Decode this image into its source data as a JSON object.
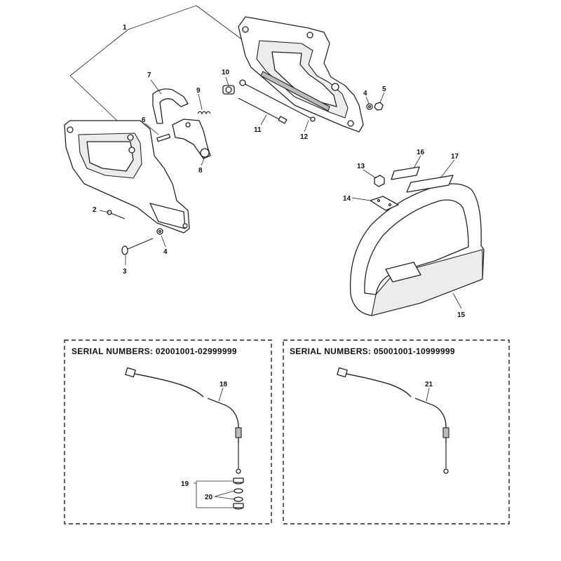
{
  "callouts": {
    "c1": "1",
    "c2": "2",
    "c3": "3",
    "c4a": "4",
    "c4b": "4",
    "c5": "5",
    "c6": "6",
    "c7": "7",
    "c8": "8",
    "c9": "9",
    "c10": "10",
    "c11": "11",
    "c12": "12",
    "c13": "13",
    "c14": "14",
    "c15": "15",
    "c16": "16",
    "c17": "17",
    "c18": "18",
    "c19": "19",
    "c20": "20",
    "c21": "21"
  },
  "boxes": {
    "left_title": "SERIAL NUMBERS: 02001001-02999999",
    "right_title": "SERIAL NUMBERS: 05001001-10999999"
  },
  "colors": {
    "line": "#222222",
    "background": "#ffffff"
  }
}
